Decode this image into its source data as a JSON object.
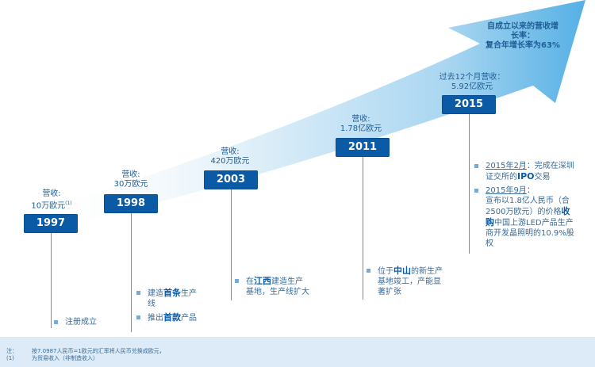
{
  "colors": {
    "year_box": "#0b5aa6",
    "text": "#1f5e96",
    "arrow_light": "#eaf4fb",
    "arrow_dark": "#5bb3e6",
    "footer_bg": "#dcebf7"
  },
  "growth_label": {
    "line1": "自成立以来的营收增",
    "line2": "长率：",
    "line3": "复合年增长率为63%"
  },
  "milestones": [
    {
      "year": "1997",
      "rev1": "营收:",
      "rev2": "10万欧元",
      "rev2_sup": "(1)"
    },
    {
      "year": "1998",
      "rev1": "营收:",
      "rev2": "30万欧元"
    },
    {
      "year": "2003",
      "rev1": "营收:",
      "rev2": "420万欧元"
    },
    {
      "year": "2011",
      "rev1": "营收:",
      "rev2": "1.78亿欧元"
    },
    {
      "year": "2015",
      "rev1": "过去12个月营收：",
      "rev2": "5.92亿欧元"
    }
  ],
  "notes": {
    "n1997": {
      "text": "注册成立"
    },
    "n1998": {
      "item1_a": "建造",
      "item1_b": "首条",
      "item1_c": "生产",
      "item1_d": "线",
      "item2_a": "推出",
      "item2_b": "首款",
      "item2_c": "产品"
    },
    "n2003": {
      "a": "在",
      "b": "江西",
      "c": "建造生产",
      "d": "基地，生产线扩大"
    },
    "n2011": {
      "a": "位于",
      "b": "中山",
      "c": "的新生产",
      "d": "基地竣工，产能显",
      "e": "著扩张"
    },
    "n2015": {
      "item1_date": "2015年2月",
      "item1_a": "：完成在深圳",
      "item1_b": "证交所的",
      "item1_c": "IPO",
      "item1_d": "交易",
      "item2_date": "2015年9月",
      "item2_a": "：",
      "item2_b": "宣布以1.8亿人民币（合",
      "item2_c": "2500万欧元）的价格",
      "item2_d": "收",
      "item2_e": "购",
      "item2_f": "中国上游LED产品生产",
      "item2_g": "商开发晶照明的10.9%股",
      "item2_h": "权"
    }
  },
  "footer": {
    "label": "注：",
    "ref": "(1)",
    "line1": "按7.0987人民币=1欧元的汇率将人民币兑换成欧元，",
    "line2": "为贸易收入（非制造收入）"
  }
}
